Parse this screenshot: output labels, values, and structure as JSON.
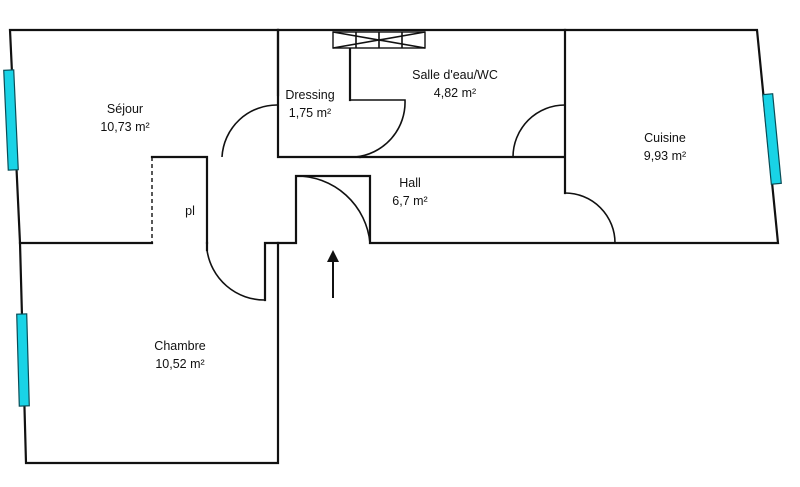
{
  "rooms": [
    {
      "key": "sejour",
      "name": "Séjour",
      "area": "10,73  m²"
    },
    {
      "key": "dressing",
      "name": "Dressing",
      "area": "1,75  m²"
    },
    {
      "key": "salle",
      "name": "Salle d'eau/WC",
      "area": "4,82  m²"
    },
    {
      "key": "cuisine",
      "name": "Cuisine",
      "area": "9,93  m²"
    },
    {
      "key": "hall",
      "name": "Hall",
      "area": "6,7  m²"
    },
    {
      "key": "placard",
      "name": "pl",
      "area": ""
    },
    {
      "key": "chambre",
      "name": "Chambre",
      "area": "10,52  m²"
    }
  ],
  "colors": {
    "wall": "#111111",
    "window": "#19d3e6"
  },
  "icons": [
    "entrance-arrow-icon",
    "ventilation-icon"
  ]
}
